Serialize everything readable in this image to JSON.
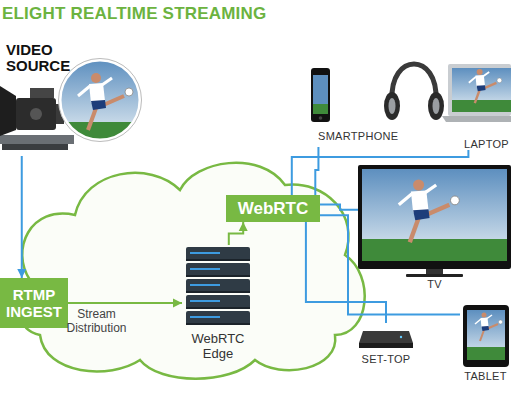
{
  "diagram": {
    "title": "ELIGHT REALTIME STREAMING",
    "nodes": [
      {
        "text": [
          "VIDEO SOURCE"
        ]
      },
      {
        "text": [
          "RTMP INGEST"
        ]
      },
      {
        "text": [
          "WebRTC Edge"
        ]
      },
      {
        "text": [
          "WebRTC"
        ]
      },
      {
        "text": [
          "SMARTPHONE"
        ]
      },
      {
        "text": [
          "LAPTOP"
        ]
      },
      {
        "text": [
          "TV"
        ]
      },
      {
        "text": [
          "SET-TOP"
        ]
      },
      {
        "text": [
          "TABLET"
        ]
      }
    ],
    "edges": [
      {
        "from": 0,
        "to": 1,
        "arrow": "to"
      },
      {
        "from": 1,
        "to": 2,
        "label": "Stream Distribution",
        "arrow": "to"
      },
      {
        "from": 2,
        "to": 3,
        "arrow": "to"
      },
      {
        "from": 3,
        "to": 4,
        "arrow": "none"
      },
      {
        "from": 3,
        "to": 5,
        "arrow": "none"
      },
      {
        "from": 3,
        "to": 6,
        "arrow": "none"
      },
      {
        "from": 3,
        "to": 7,
        "arrow": "none"
      },
      {
        "from": 3,
        "to": 8,
        "arrow": "none"
      }
    ]
  }
}
